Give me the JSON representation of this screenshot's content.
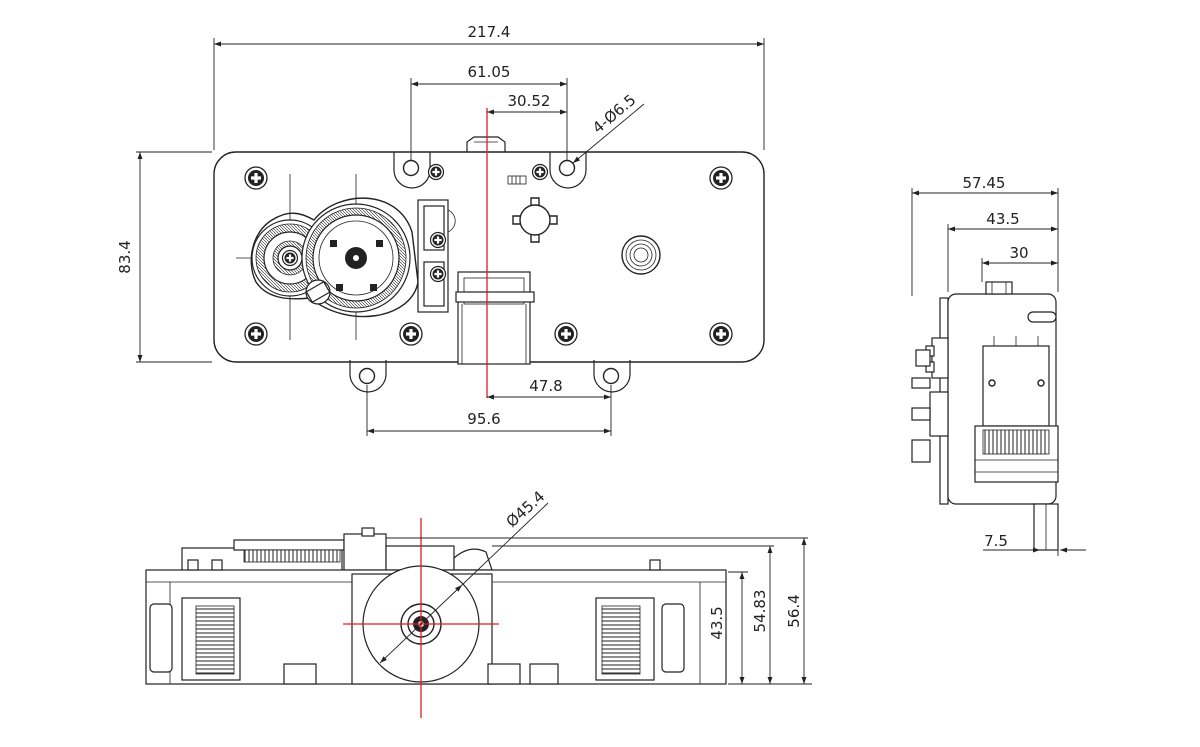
{
  "drawing": {
    "colors": {
      "line": "#222222",
      "centerline": "#e31b23",
      "background": "#ffffff"
    },
    "dimensions": {
      "overall_width": "217.4",
      "mount_pitch": "61.05",
      "mount_half": "30.52",
      "mount_holes": "4-Ø6.5",
      "height": "83.4",
      "bottom_half": "47.8",
      "bottom_pitch": "95.6",
      "side_depth": "57.45",
      "side_body": "43.5",
      "side_top": "30",
      "side_shaft": "7.5",
      "drum_dia": "Ø45.4",
      "front_h1": "43.5",
      "front_h2": "54.83",
      "front_h3": "56.4"
    }
  }
}
